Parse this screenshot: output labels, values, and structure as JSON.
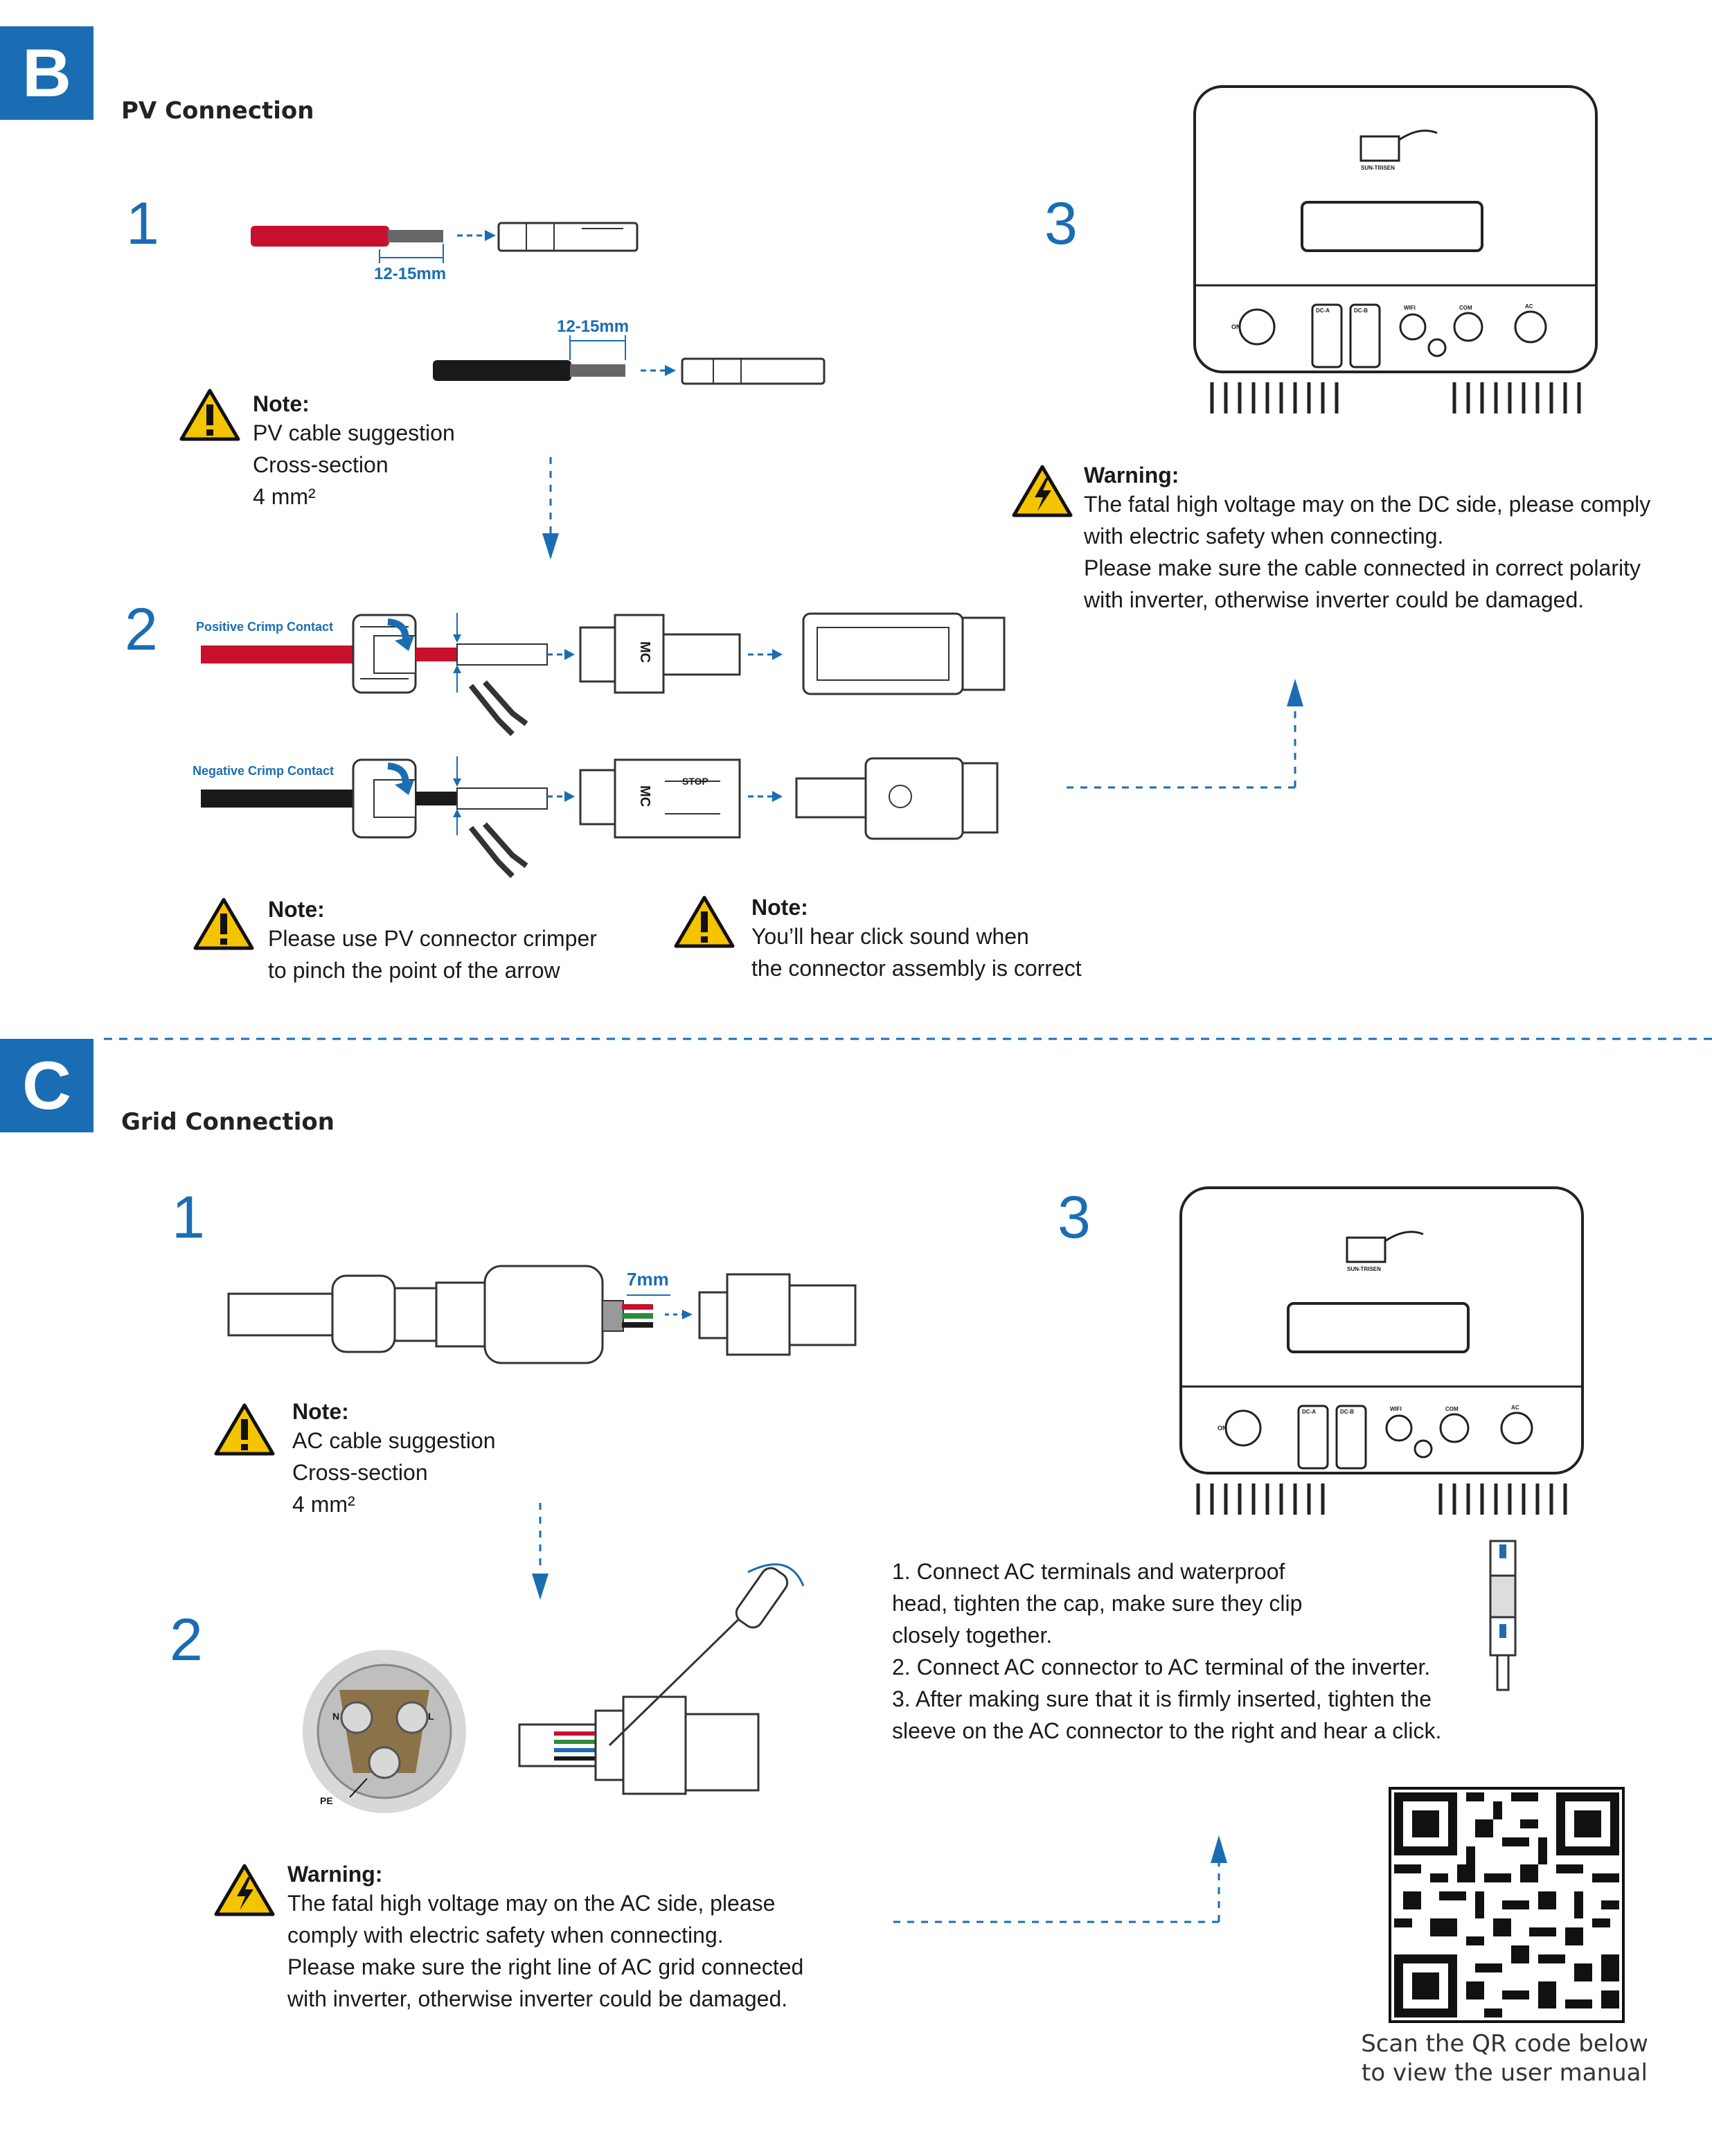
{
  "sectionB": {
    "badge": "B",
    "title": "PV Connection",
    "step1": "1",
    "step2": "2",
    "step3": "3",
    "dim1": "12-15mm",
    "dim2": "12-15mm",
    "note1": {
      "title": "Note:",
      "lines": [
        "PV cable suggestion",
        "Cross-section",
        "4 mm²"
      ]
    },
    "pos_label": "Positive Crimp Contact",
    "neg_label": "Negative Crimp Contact",
    "note2": {
      "title": "Note:",
      "lines": [
        "Please use PV connector crimper",
        "to pinch the point of the arrow"
      ]
    },
    "note3": {
      "title": "Note:",
      "lines": [
        "You’ll hear click sound when",
        "the connector assembly is correct"
      ]
    },
    "warning": {
      "title": "Warning:",
      "lines": [
        "The fatal high voltage may on the DC side, please comply",
        "with electric safety when connecting.",
        "Please make sure the cable connected in correct polarity",
        "with inverter, otherwise inverter could be damaged."
      ]
    }
  },
  "sectionC": {
    "badge": "C",
    "title": "Grid Connection",
    "step1": "1",
    "step2": "2",
    "step3": "3",
    "dim": "7mm",
    "note": {
      "title": "Note:",
      "lines": [
        "AC cable suggestion",
        "Cross-section",
        "4 mm²"
      ]
    },
    "terminal_labels": {
      "n": "N",
      "l": "L",
      "pe": "PE"
    },
    "warning": {
      "title": "Warning:",
      "lines": [
        "The fatal high voltage may on the AC side, please",
        "comply with electric safety when connecting.",
        "Please make sure the right line of AC grid connected",
        "with inverter, otherwise inverter could be damaged."
      ]
    },
    "instructions": [
      "1. Connect AC terminals and waterproof",
      "head, tighten the cap, make sure they clip",
      "closely together.",
      "2. Connect AC connector to AC terminal of the inverter.",
      "3. After making sure that it is firmly inserted, tighten the",
      "sleeve on the AC connector to the right and hear a click."
    ],
    "qr_caption": [
      "Scan the QR code below",
      "to view the user manual"
    ]
  },
  "inverter": {
    "brand": "SUN-TRISEN",
    "ports": {
      "on": "ON",
      "dca": "DC-A",
      "dcb": "DC-B",
      "wifi": "WIFI",
      "com": "COM",
      "ac": "AC"
    }
  },
  "connector": {
    "mark": "MC",
    "stop": "STOP"
  },
  "colors": {
    "accent": "#1a6db3",
    "red_cable": "#c8102e",
    "warning_yellow": "#f5c400"
  }
}
